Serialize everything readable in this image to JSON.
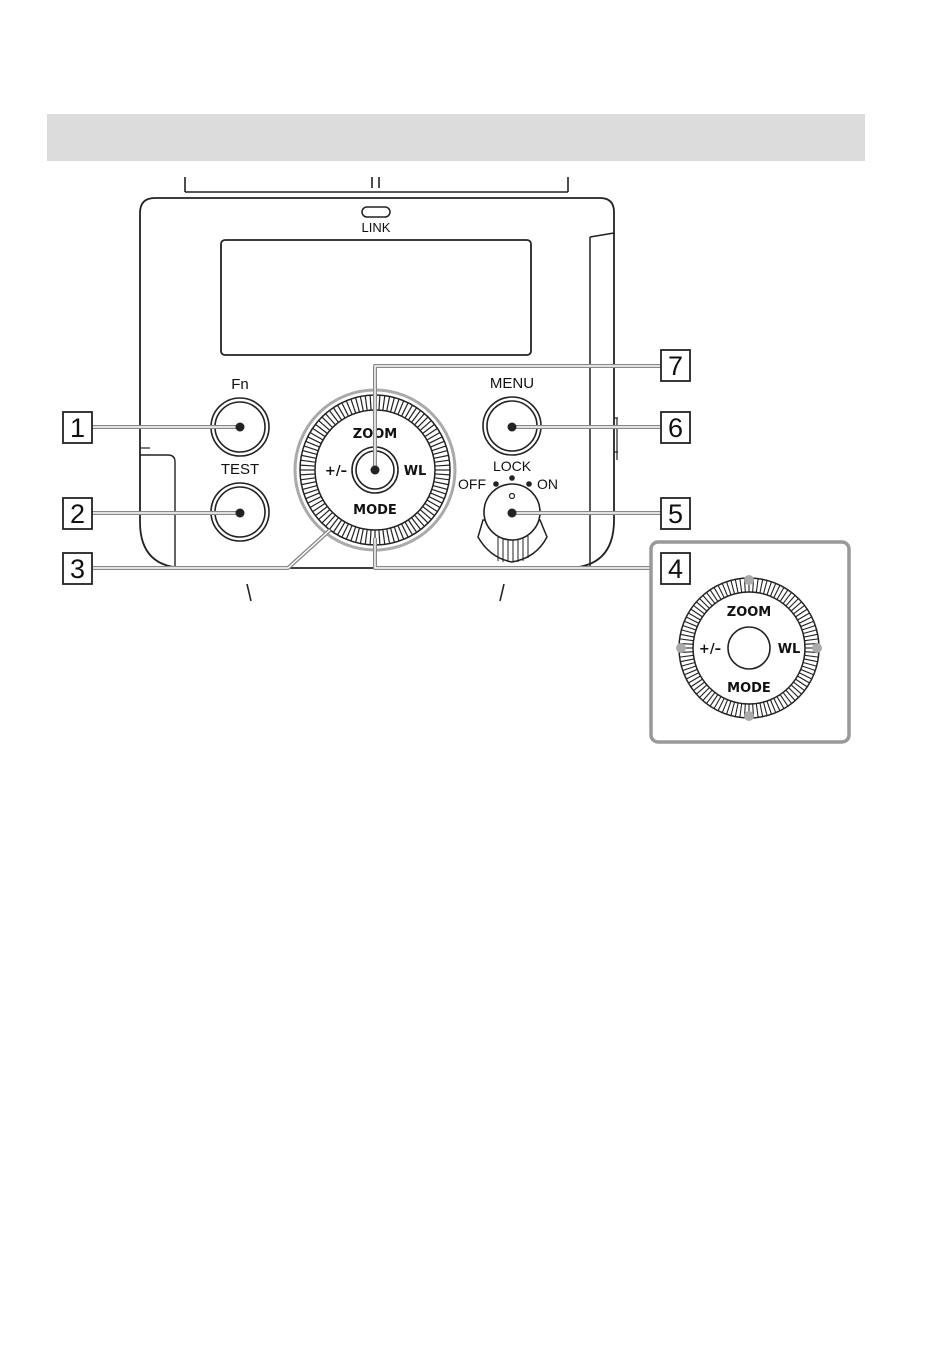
{
  "header": {
    "title": ""
  },
  "labels": {
    "link": "LINK",
    "fn": "Fn",
    "test": "TEST",
    "menu": "MENU",
    "lock": "LOCK",
    "off": "OFF",
    "on": "ON",
    "zoom": "ZOOM",
    "wl": "WL",
    "mode": "MODE",
    "plus_minus": "+/–"
  },
  "callouts": [
    {
      "id": "1",
      "text": "1"
    },
    {
      "id": "2",
      "text": "2"
    },
    {
      "id": "3",
      "text": "3"
    },
    {
      "id": "4",
      "text": "4"
    },
    {
      "id": "5",
      "text": "5"
    },
    {
      "id": "6",
      "text": "6"
    },
    {
      "id": "7",
      "text": "7"
    }
  ],
  "colors": {
    "line": "#222222",
    "header": "#dcdcdc",
    "callout_line": "#888888",
    "inset_border": "#999999"
  }
}
